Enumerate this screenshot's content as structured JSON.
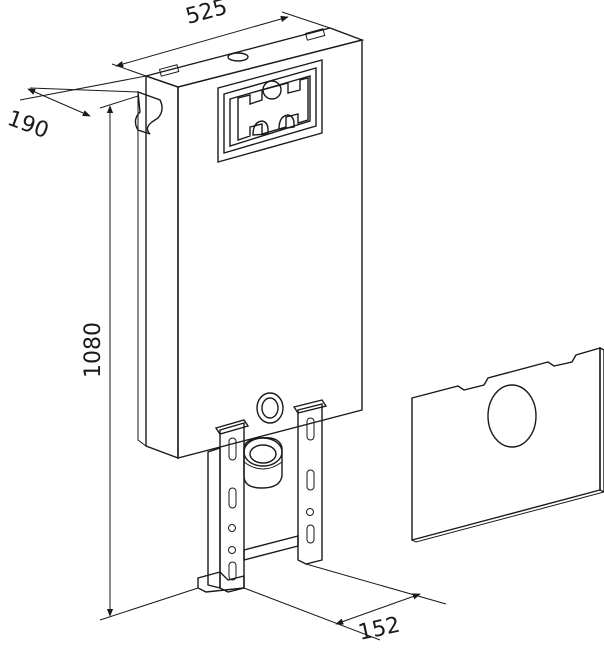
{
  "dimensions": {
    "width": "525",
    "depth": "190",
    "height": "1080",
    "bracket_depth": "152"
  },
  "colors": {
    "body": "#e9e9e9",
    "side": "#d4d4d4",
    "top": "#f2f2f2",
    "plate": "#eaeaea",
    "line": "#1a1a1a"
  }
}
